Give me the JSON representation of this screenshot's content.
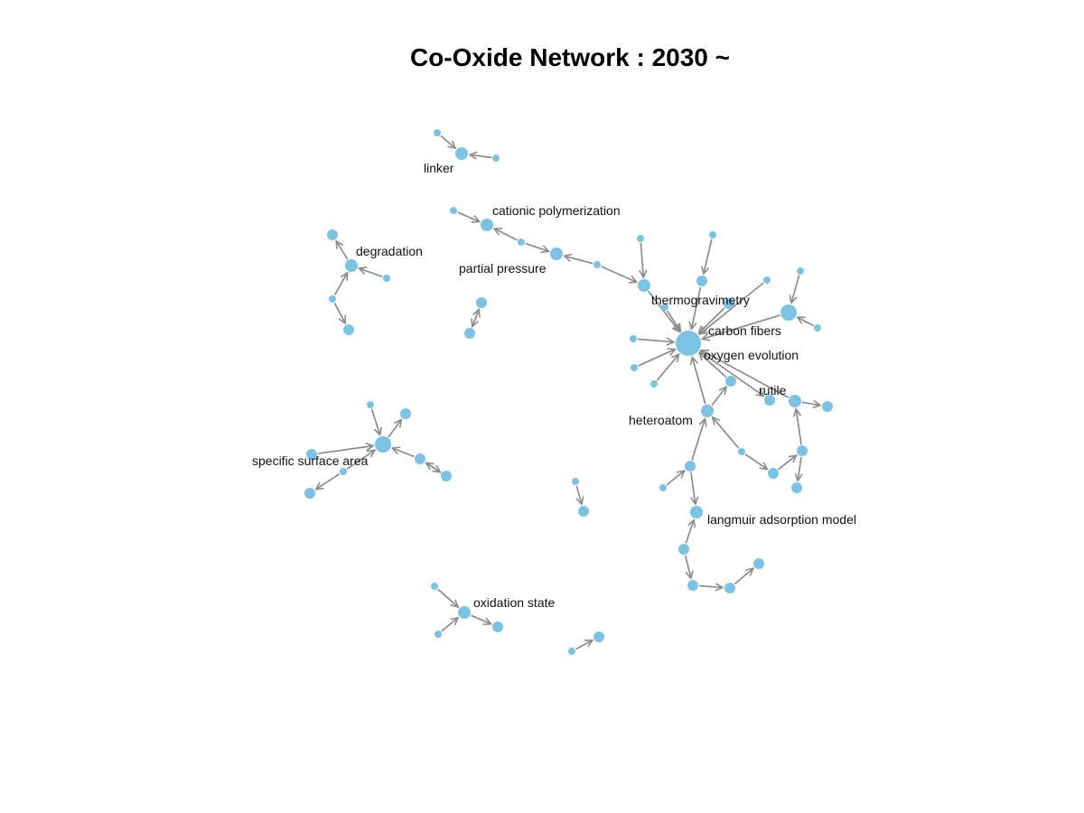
{
  "diagram": {
    "title": "Co-Oxide Network : 2030 ~",
    "colors": {
      "node_fill": "#7bc3e4",
      "edge": "#8c8c8c",
      "label": "#111111",
      "background": "#ffffff"
    },
    "nodes": [
      {
        "id": "n_linker_a"
      },
      {
        "id": "linker",
        "label": "linker"
      },
      {
        "id": "n_linker_b"
      },
      {
        "id": "n_cat_a"
      },
      {
        "id": "cationic",
        "label": "cationic polymerization"
      },
      {
        "id": "n_cat_b"
      },
      {
        "id": "partial",
        "label": "partial pressure"
      },
      {
        "id": "n_pp_c"
      },
      {
        "id": "n_deg_top"
      },
      {
        "id": "degradation",
        "label": "degradation"
      },
      {
        "id": "n_deg_r"
      },
      {
        "id": "n_deg_mid"
      },
      {
        "id": "n_deg_bot"
      },
      {
        "id": "n_p1"
      },
      {
        "id": "n_p2"
      },
      {
        "id": "n_ch_top1"
      },
      {
        "id": "n_ch_top2"
      },
      {
        "id": "n_ch_mid"
      },
      {
        "id": "thermo",
        "label": "thermogravimetry"
      },
      {
        "id": "n_hub2"
      },
      {
        "id": "n_small_c"
      },
      {
        "id": "carbon",
        "label": "carbon fibers"
      },
      {
        "id": "n_cf_a"
      },
      {
        "id": "n_cf_b"
      },
      {
        "id": "n_cf_c"
      },
      {
        "id": "n_cf_d"
      },
      {
        "id": "oxygen",
        "label": "oxygen evolution"
      },
      {
        "id": "n_ox_a"
      },
      {
        "id": "n_ox_b"
      },
      {
        "id": "n_ox_c"
      },
      {
        "id": "n_het2"
      },
      {
        "id": "n_rut_small"
      },
      {
        "id": "rutile",
        "label": "rutile"
      },
      {
        "id": "n_rut_r"
      },
      {
        "id": "heteroatom",
        "label": "heteroatom"
      },
      {
        "id": "n_het_small"
      },
      {
        "id": "n_het_right"
      },
      {
        "id": "n_rut_down"
      },
      {
        "id": "n_rut_down2"
      },
      {
        "id": "n_het_bot"
      },
      {
        "id": "n_het_bot2"
      },
      {
        "id": "langmuir",
        "label": "langmuir adsorption model"
      },
      {
        "id": "n_lg_a"
      },
      {
        "id": "n_lg_b"
      },
      {
        "id": "n_lg_c"
      },
      {
        "id": "n_lg_d"
      },
      {
        "id": "n_ssa_top"
      },
      {
        "id": "n_ssa_tr"
      },
      {
        "id": "specific",
        "label": "specific surface area"
      },
      {
        "id": "n_ssa_l"
      },
      {
        "id": "n_ssa_mid"
      },
      {
        "id": "n_ssa_bl"
      },
      {
        "id": "n_ssa_r1"
      },
      {
        "id": "n_ssa_r2"
      },
      {
        "id": "n_q1"
      },
      {
        "id": "n_q2"
      },
      {
        "id": "n_os_a"
      },
      {
        "id": "oxidation",
        "label": "oxidation state"
      },
      {
        "id": "n_os_r"
      },
      {
        "id": "n_os_b"
      },
      {
        "id": "n_z1"
      },
      {
        "id": "n_z2"
      }
    ],
    "edges": [
      [
        "n_linker_a",
        "linker"
      ],
      [
        "n_linker_b",
        "linker"
      ],
      [
        "n_cat_a",
        "cationic"
      ],
      [
        "n_cat_b",
        "cationic"
      ],
      [
        "n_cat_b",
        "partial"
      ],
      [
        "n_pp_c",
        "partial"
      ],
      [
        "n_pp_c",
        "thermo"
      ],
      [
        "degradation",
        "n_deg_top"
      ],
      [
        "n_deg_r",
        "degradation"
      ],
      [
        "n_deg_mid",
        "degradation"
      ],
      [
        "n_deg_mid",
        "n_deg_bot"
      ],
      [
        "n_p2",
        "n_p1"
      ],
      [
        "n_p1",
        "n_p2"
      ],
      [
        "n_ch_top1",
        "thermo"
      ],
      [
        "thermo",
        "carbon"
      ],
      [
        "n_ch_top2",
        "n_ch_mid"
      ],
      [
        "n_ch_mid",
        "carbon"
      ],
      [
        "n_small_c",
        "carbon"
      ],
      [
        "n_hub2",
        "carbon"
      ],
      [
        "n_cf_c",
        "n_hub2"
      ],
      [
        "n_cf_d",
        "n_hub2"
      ],
      [
        "n_cf_a",
        "carbon"
      ],
      [
        "n_cf_b",
        "carbon"
      ],
      [
        "n_ox_a",
        "carbon"
      ],
      [
        "n_ox_b",
        "carbon"
      ],
      [
        "n_ox_c",
        "carbon"
      ],
      [
        "n_het2",
        "carbon"
      ],
      [
        "carbon",
        "n_rut_small"
      ],
      [
        "rutile",
        "carbon"
      ],
      [
        "rutile",
        "n_rut_r"
      ],
      [
        "heteroatom",
        "carbon"
      ],
      [
        "heteroatom",
        "n_het2"
      ],
      [
        "n_het_small",
        "heteroatom"
      ],
      [
        "n_het_small",
        "n_het_right"
      ],
      [
        "n_het_right",
        "n_rut_down"
      ],
      [
        "n_rut_down",
        "rutile"
      ],
      [
        "n_rut_down",
        "n_rut_down2"
      ],
      [
        "n_het_bot",
        "heteroatom"
      ],
      [
        "n_het_bot2",
        "n_het_bot"
      ],
      [
        "n_het_bot",
        "langmuir"
      ],
      [
        "n_lg_a",
        "langmuir"
      ],
      [
        "n_lg_a",
        "n_lg_b"
      ],
      [
        "n_lg_b",
        "n_lg_c"
      ],
      [
        "n_lg_c",
        "n_lg_d"
      ],
      [
        "n_ssa_top",
        "specific"
      ],
      [
        "specific",
        "n_ssa_tr"
      ],
      [
        "n_ssa_r1",
        "specific"
      ],
      [
        "n_ssa_r2",
        "n_ssa_r1"
      ],
      [
        "n_ssa_r1",
        "n_ssa_r2"
      ],
      [
        "n_ssa_mid",
        "specific"
      ],
      [
        "n_ssa_mid",
        "n_ssa_bl"
      ],
      [
        "n_ssa_l",
        "specific"
      ],
      [
        "n_q1",
        "n_q2"
      ],
      [
        "n_os_a",
        "oxidation"
      ],
      [
        "oxidation",
        "n_os_r"
      ],
      [
        "n_os_b",
        "oxidation"
      ],
      [
        "n_z1",
        "n_z2"
      ]
    ]
  }
}
